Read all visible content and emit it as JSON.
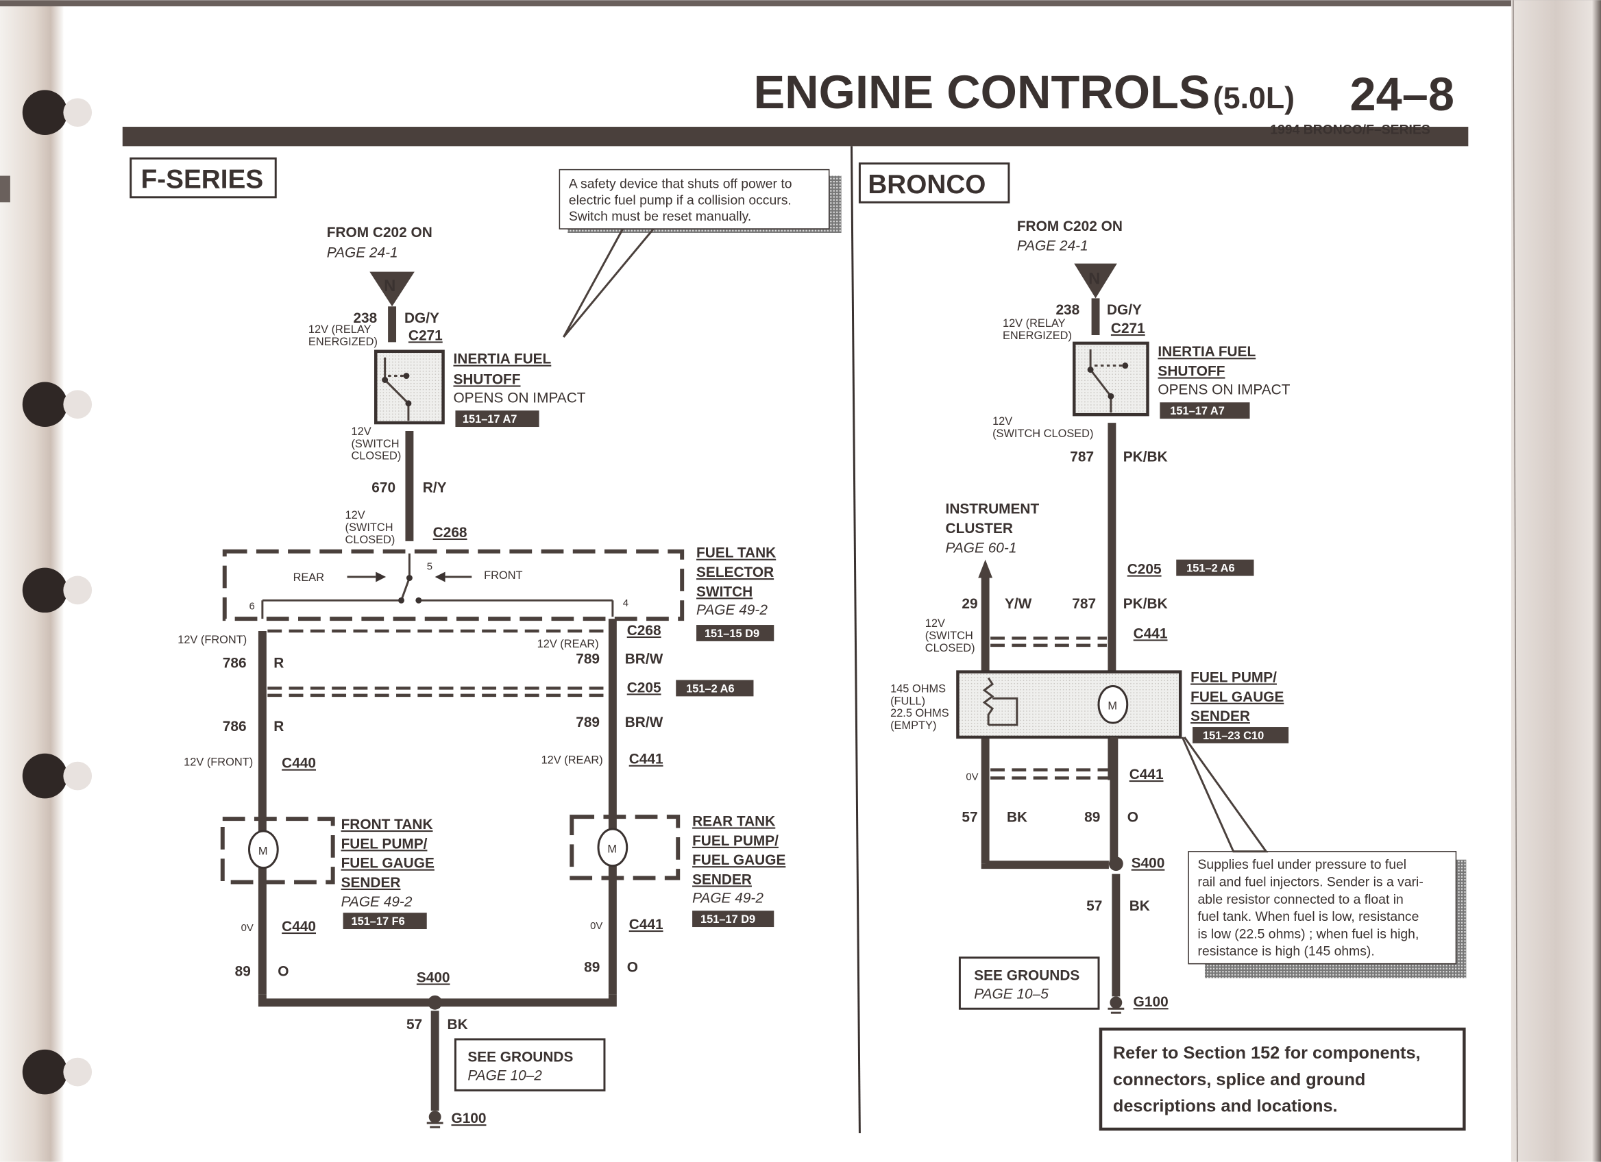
{
  "header": {
    "title": "ENGINE CONTROLS",
    "engine": "(5.0L)",
    "page_number": "24–8",
    "subtitle": "1994 BRONCO/F–SERIES"
  },
  "f_series": {
    "label": "F-SERIES",
    "source": {
      "line1": "FROM C202 ON",
      "line2": "PAGE 24-1",
      "connector_letter": "N"
    },
    "wire_238": {
      "circuit": "238",
      "color": "DG/Y",
      "voltage": "12V (RELAY",
      "voltage2": "ENERGIZED)",
      "connector": "C271"
    },
    "inertia": {
      "name1": "INERTIA FUEL",
      "name2": "SHUTOFF",
      "desc": "OPENS ON IMPACT",
      "ref": "151–17  A7"
    },
    "callout": {
      "line1": "A safety device that shuts off power to",
      "line2": "electric fuel pump if a collision occurs.",
      "line3": "Switch must be reset manually."
    },
    "wire_670": {
      "circuit": "670",
      "color": "R/Y",
      "v_top1": "12V",
      "v_top2": "(SWITCH",
      "v_top3": "CLOSED)",
      "v_bot1": "12V",
      "v_bot2": "(SWITCH",
      "v_bot3": "CLOSED)",
      "connector": "C268"
    },
    "selector": {
      "name1": "FUEL TANK",
      "name2": "SELECTOR",
      "name3": "SWITCH",
      "page": "PAGE 49-2",
      "ref": "151–15 D9",
      "rear": "REAR",
      "front": "FRONT",
      "pin5": "5",
      "pin6": "6",
      "pin4": "4"
    },
    "front_circuit": {
      "voltage": "12V (FRONT)",
      "circuit": "786",
      "color": "R",
      "connector": "C440"
    },
    "rear_circuit": {
      "voltage": "12V (REAR)",
      "circuit": "789",
      "color": "BR/W",
      "connector_top": "C268",
      "connector": "C441"
    },
    "c205": {
      "connector": "C205",
      "ref": "151–2  A6"
    },
    "front_pump": {
      "name1": "FRONT TANK",
      "name2": "FUEL PUMP/",
      "name3": "FUEL GAUGE",
      "name4": "SENDER",
      "page": "PAGE 49-2",
      "ref": "151–17  F6",
      "motor": "M",
      "ov": "0V",
      "connector": "C440"
    },
    "rear_pump": {
      "name1": "REAR TANK",
      "name2": "FUEL PUMP/",
      "name3": "FUEL GAUGE",
      "name4": "SENDER",
      "page": "PAGE 49-2",
      "ref": "151–17 D9",
      "motor": "M",
      "ov": "0V",
      "connector": "C441"
    },
    "ground": {
      "circuit_89": "89",
      "color_89": "O",
      "splice": "S400",
      "circuit_57": "57",
      "color_57": "BK",
      "see1": "SEE GROUNDS",
      "see2": "PAGE 10–2",
      "ground": "G100"
    }
  },
  "bronco": {
    "label": "BRONCO",
    "source": {
      "line1": "FROM C202 ON",
      "line2": "PAGE 24-1",
      "connector_letter": "N"
    },
    "wire_238": {
      "circuit": "238",
      "color": "DG/Y",
      "voltage": "12V (RELAY",
      "voltage2": "ENERGIZED)",
      "connector": "C271"
    },
    "inertia": {
      "name1": "INERTIA FUEL",
      "name2": "SHUTOFF",
      "desc": "OPENS ON IMPACT",
      "ref": "151–17  A7"
    },
    "wire_787": {
      "v1": "12V",
      "v2": "(SWITCH  CLOSED)",
      "circuit": "787",
      "color": "PK/BK",
      "connector": "C205",
      "ref": "151–2  A6"
    },
    "cluster": {
      "name1": "INSTRUMENT",
      "name2": "CLUSTER",
      "page": "PAGE 60-1"
    },
    "wire_29": {
      "circuit": "29",
      "color": "Y/W",
      "v1": "12V",
      "v2": "(SWITCH",
      "v3": "CLOSED)",
      "circuit_787": "787",
      "color_787": "PK/BK",
      "connector": "C441"
    },
    "pump": {
      "name1": "FUEL PUMP/",
      "name2": "FUEL GAUGE",
      "name3": "SENDER",
      "ref": "151–23 C10",
      "motor": "M",
      "r1": "145 OHMS",
      "r2": "(FULL)",
      "r3": "22.5 OHMS",
      "r4": "(EMPTY)"
    },
    "lower": {
      "ov": "0V",
      "connector": "C441",
      "circuit_57": "57",
      "color_57": "BK",
      "circuit_89": "89",
      "color_89": "O",
      "splice": "S400",
      "g_circuit": "57",
      "g_color": "BK",
      "ground": "G100",
      "see1": "SEE GROUNDS",
      "see2": "PAGE 10–5"
    },
    "callout": {
      "line1": "Supplies fuel under pressure to fuel",
      "line2": "rail and fuel injectors. Sender is a vari-",
      "line3": "able resistor connected to a float in",
      "line4": "fuel tank. When fuel is low, resistance",
      "line5": "is low (22.5 ohms) ; when fuel is high,",
      "line6": "resistance is high (145 ohms)."
    },
    "note": {
      "line1": "Refer to Section 152 for components,",
      "line2": "connectors, splice and ground",
      "line3": "descriptions and locations."
    }
  },
  "colors": {
    "ink": "#4a403c",
    "paper": "#ffffff",
    "shade": "#ececea"
  }
}
